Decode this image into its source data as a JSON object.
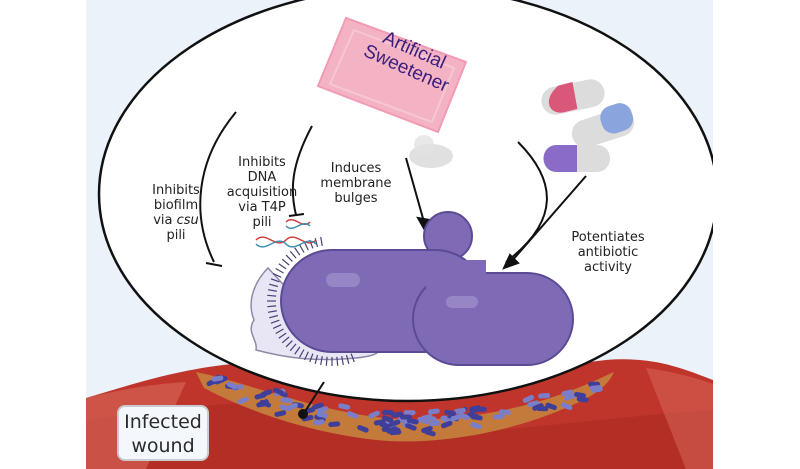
{
  "figure": {
    "title": "Artificial sweetener effects on Acinetobacter baumannii",
    "sweetener_label_line1": "Artificial",
    "sweetener_label_line2": "Sweetener",
    "effects": [
      {
        "id": "biofilm",
        "line1": "Inhibits",
        "line2": "biofilm",
        "line3_prefix": "via ",
        "line3_italic": "csu",
        "line4": "pili",
        "arrow_type": "inhibition"
      },
      {
        "id": "dna",
        "line1": "Inhibits",
        "line2": "DNA",
        "line3": "acquisition",
        "line4": "via T4P",
        "line5": "pili",
        "arrow_type": "inhibition"
      },
      {
        "id": "membrane",
        "line1": "Induces",
        "line2": "membrane",
        "line3": "bulges",
        "arrow_type": "activation"
      },
      {
        "id": "antibiotic",
        "line1": "Potentiates",
        "line2": "antibiotic",
        "line3": "activity",
        "arrow_type": "activation"
      }
    ],
    "wound_label_line1": "Infected",
    "wound_label_line2": "wound",
    "colors": {
      "background_panel": "#ebf2fa",
      "bacterium": "#7f6bb5",
      "bacterium_outline": "#5b4a94",
      "sweetener_packet": "#f4b3c5",
      "sweetener_text": "#3a1f7a",
      "wound_tissue": "#c0352b",
      "biofilm_bacteria": "#3f3f9a",
      "capsule_pink": "#d9587a",
      "capsule_blue": "#8aa4de",
      "capsule_purple": "#8a6cc8",
      "capsule_grey": "#dcdcdc"
    }
  }
}
